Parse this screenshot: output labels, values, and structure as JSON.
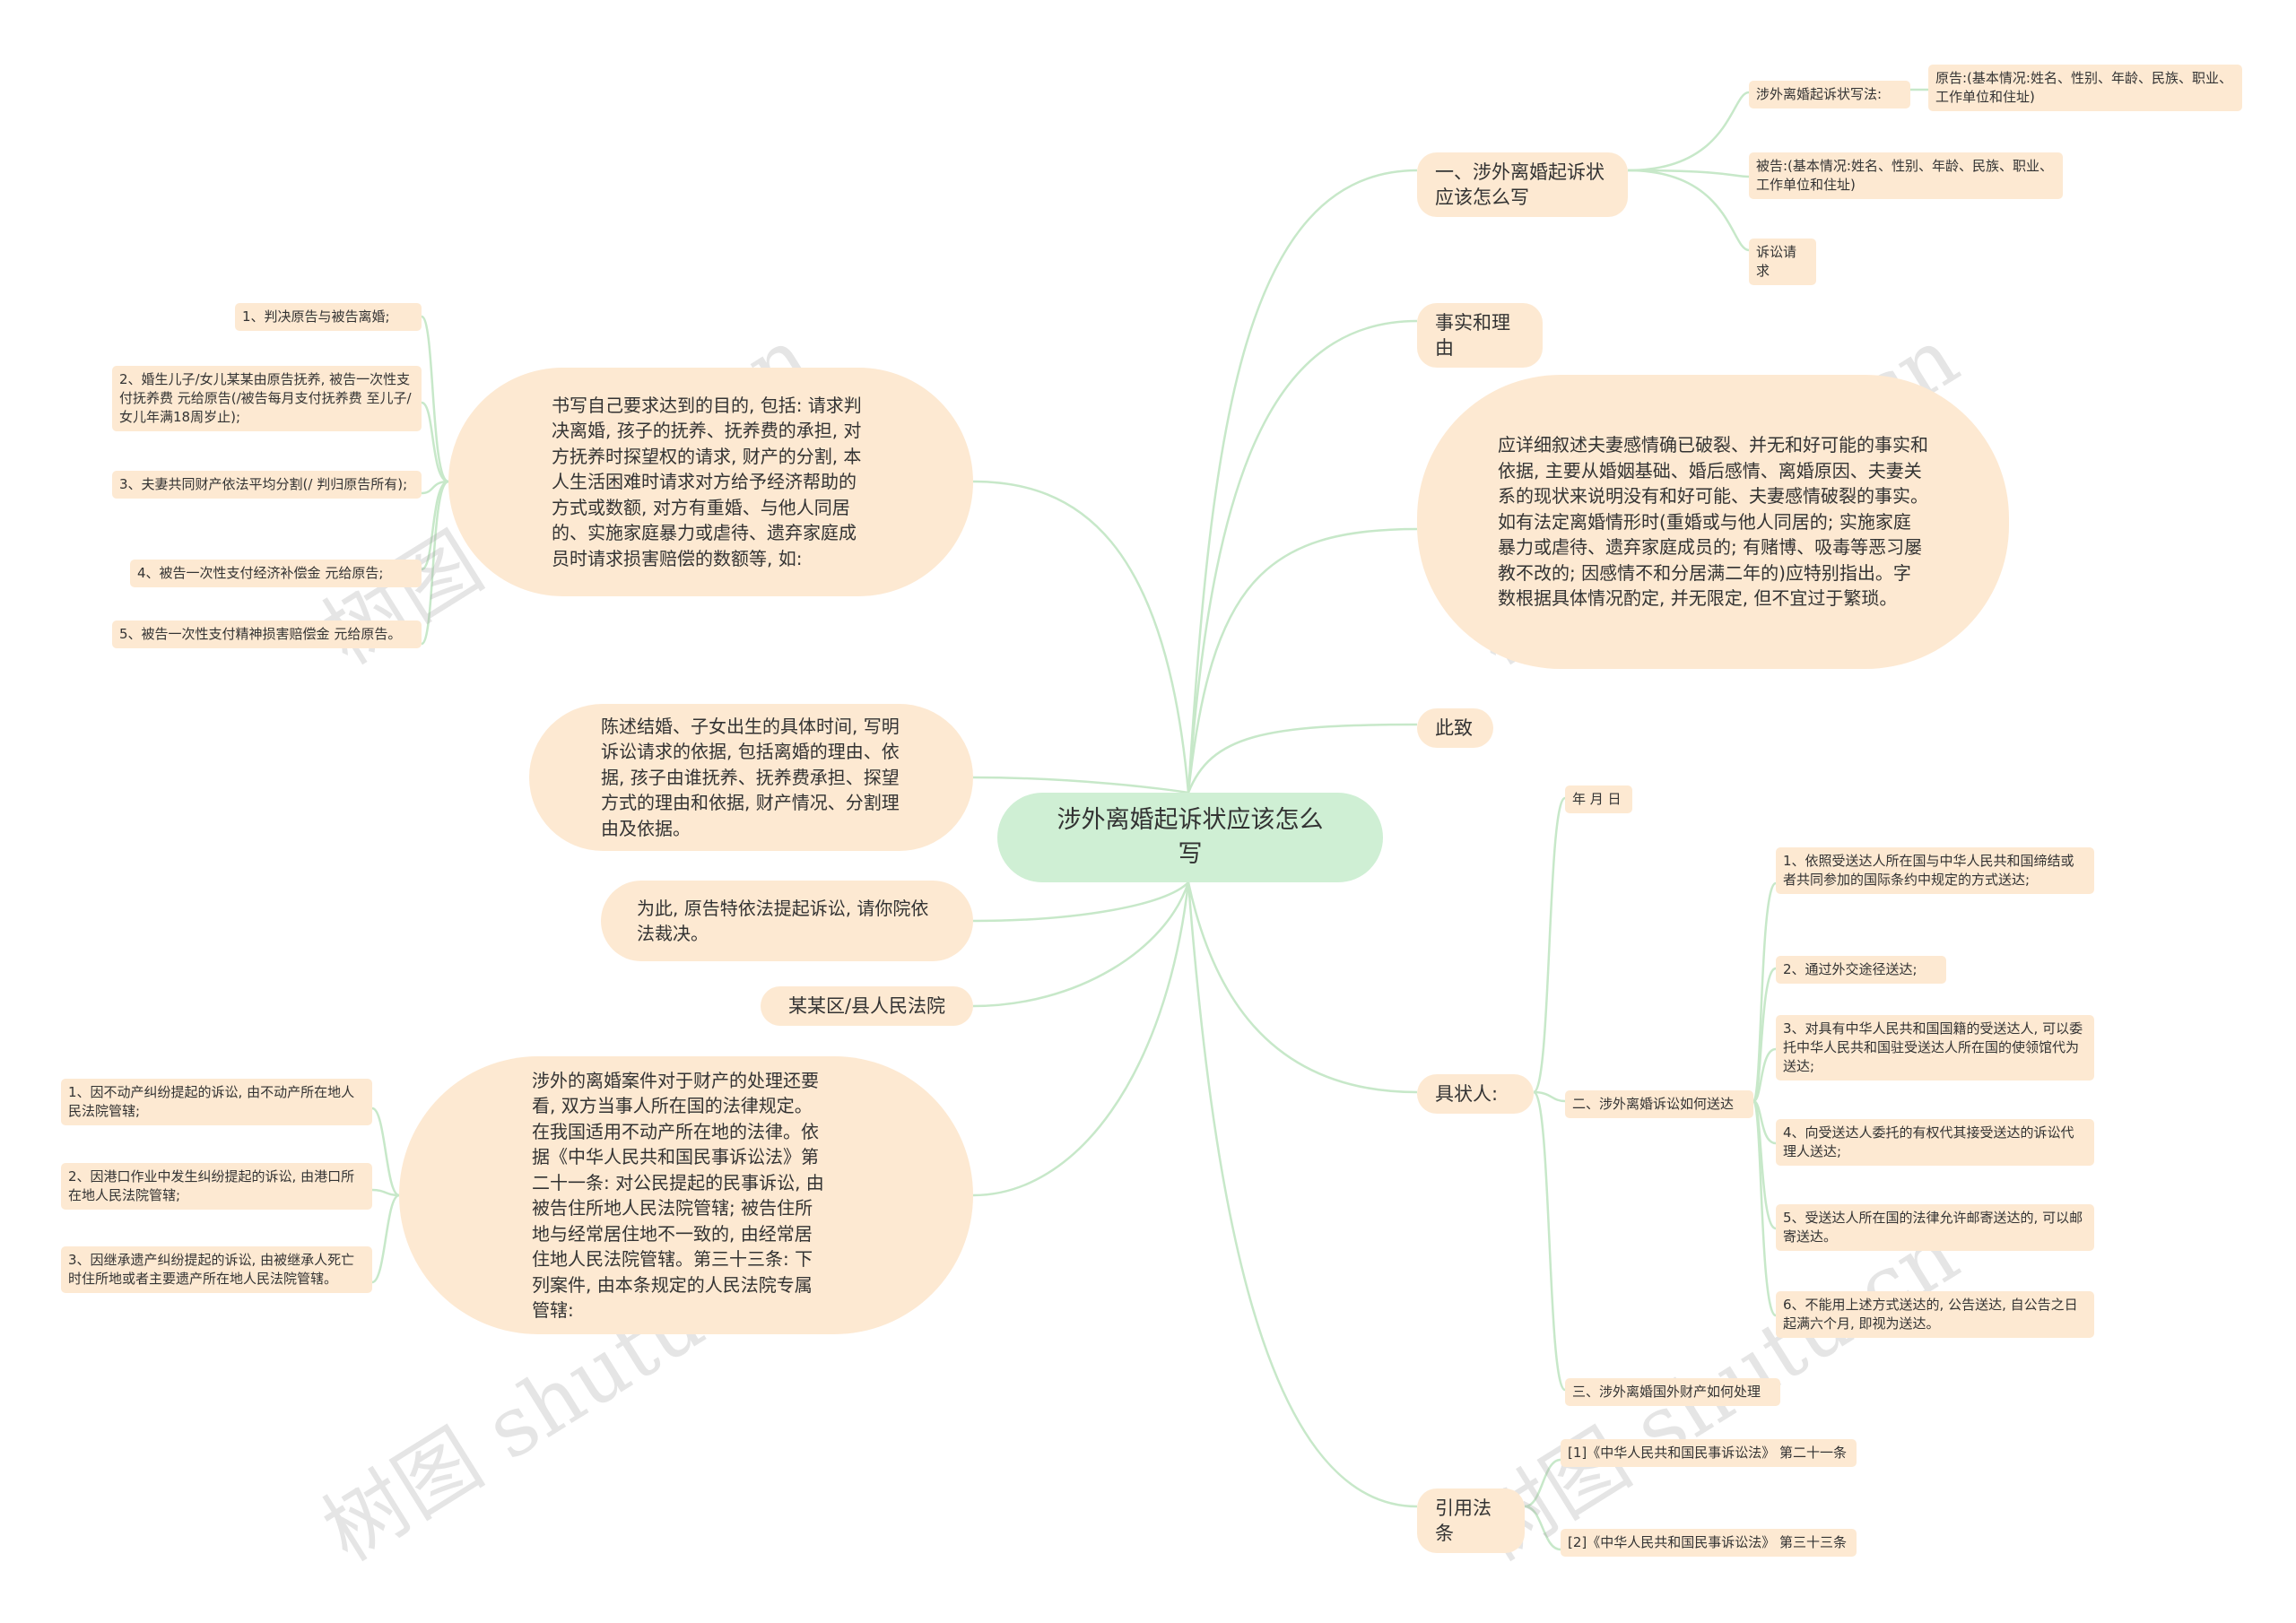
{
  "root": "涉外离婚起诉状应该怎么写",
  "watermark": "树图 shutu.cn",
  "right": {
    "section1": {
      "title": "一、涉外离婚起诉状应该怎么写",
      "child_a": "涉外离婚起诉状写法:",
      "child_a_detail": "原告:(基本情况:姓名、性别、年龄、民族、职业、工作单位和住址)",
      "child_b": "被告:(基本情况:姓名、性别、年龄、民族、职业、工作单位和住址)",
      "child_c": "诉讼请求"
    },
    "facts": "事实和理由",
    "facts_detail": "应详细叙述夫妻感情确已破裂、并无和好可能的事实和依据, 主要从婚姻基础、婚后感情、离婚原因、夫妻关系的现状来说明没有和好可能、夫妻感情破裂的事实。如有法定离婚情形时(重婚或与他人同居的; 实施家庭暴力或虐待、遗弃家庭成员的; 有赌博、吸毒等恶习屡教不改的; 因感情不和分居满二年的)应特别指出。字数根据具体情况酌定, 并无限定, 但不宜过于繁琐。",
    "cizhi": "此致",
    "plaintiff": {
      "title": "具状人:",
      "date": "年 月 日",
      "service": "二、涉外离婚诉讼如何送达",
      "service_items": [
        "1、依照受送达人所在国与中华人民共和国缔结或者共同参加的国际条约中规定的方式送达;",
        "2、通过外交途径送达;",
        "3、对具有中华人民共和国国籍的受送达人, 可以委托中华人民共和国驻受送达人所在国的使领馆代为送达;",
        "4、向受送达人委托的有权代其接受送达的诉讼代理人送达;",
        "5、受送达人所在国的法律允许邮寄送达的, 可以邮寄送达。",
        "6、不能用上述方式送达的, 公告送达, 自公告之日起满六个月, 即视为送达。"
      ],
      "property": "三、涉外离婚国外财产如何处理"
    },
    "law": {
      "title": "引用法条",
      "items": [
        "[1]《中华人民共和国民事诉讼法》 第二十一条",
        "[2]《中华人民共和国民事诉讼法》 第三十三条"
      ]
    }
  },
  "left": {
    "claims": {
      "text": "书写自己要求达到的目的, 包括: 请求判决离婚, 孩子的抚养、抚养费的承担, 对方抚养时探望权的请求, 财产的分割, 本人生活困难时请求对方给予经济帮助的方式或数额, 对方有重婚、与他人同居的、实施家庭暴力或虐待、遗弃家庭成员时请求损害赔偿的数额等, 如:",
      "items": [
        "1、判决原告与被告离婚;",
        "2、婚生儿子/女儿某某由原告抚养, 被告一次性支付抚养费 元给原告(/被告每月支付抚养费 至儿子/女儿年满18周岁止);",
        "3、夫妻共同财产依法平均分割(/ 判归原告所有);",
        "4、被告一次性支付经济补偿金 元给原告;",
        "5、被告一次性支付精神损害赔偿金 元给原告。"
      ]
    },
    "statement": "陈述结婚、子女出生的具体时间, 写明诉讼请求的依据, 包括离婚的理由、依据, 孩子由谁抚养、抚养费承担、探望方式的理由和依据, 财产情况、分割理由及依据。",
    "request": "为此, 原告特依法提起诉讼, 请你院依法裁决。",
    "court": "某某区/县人民法院",
    "jurisdiction": {
      "text": "涉外的离婚案件对于财产的处理还要看, 双方当事人所在国的法律规定。在我国适用不动产所在地的法律。依据《中华人民共和国民事诉讼法》第二十一条: 对公民提起的民事诉讼, 由被告住所地人民法院管辖; 被告住所地与经常居住地不一致的, 由经常居住地人民法院管辖。第三十三条: 下列案件, 由本条规定的人民法院专属管辖:",
      "items": [
        "1、因不动产纠纷提起的诉讼, 由不动产所在地人民法院管辖;",
        "2、因港口作业中发生纠纷提起的诉讼, 由港口所在地人民法院管辖;",
        "3、因继承遗产纠纷提起的诉讼, 由被继承人死亡时住所地或者主要遗产所在地人民法院管辖。"
      ]
    }
  }
}
